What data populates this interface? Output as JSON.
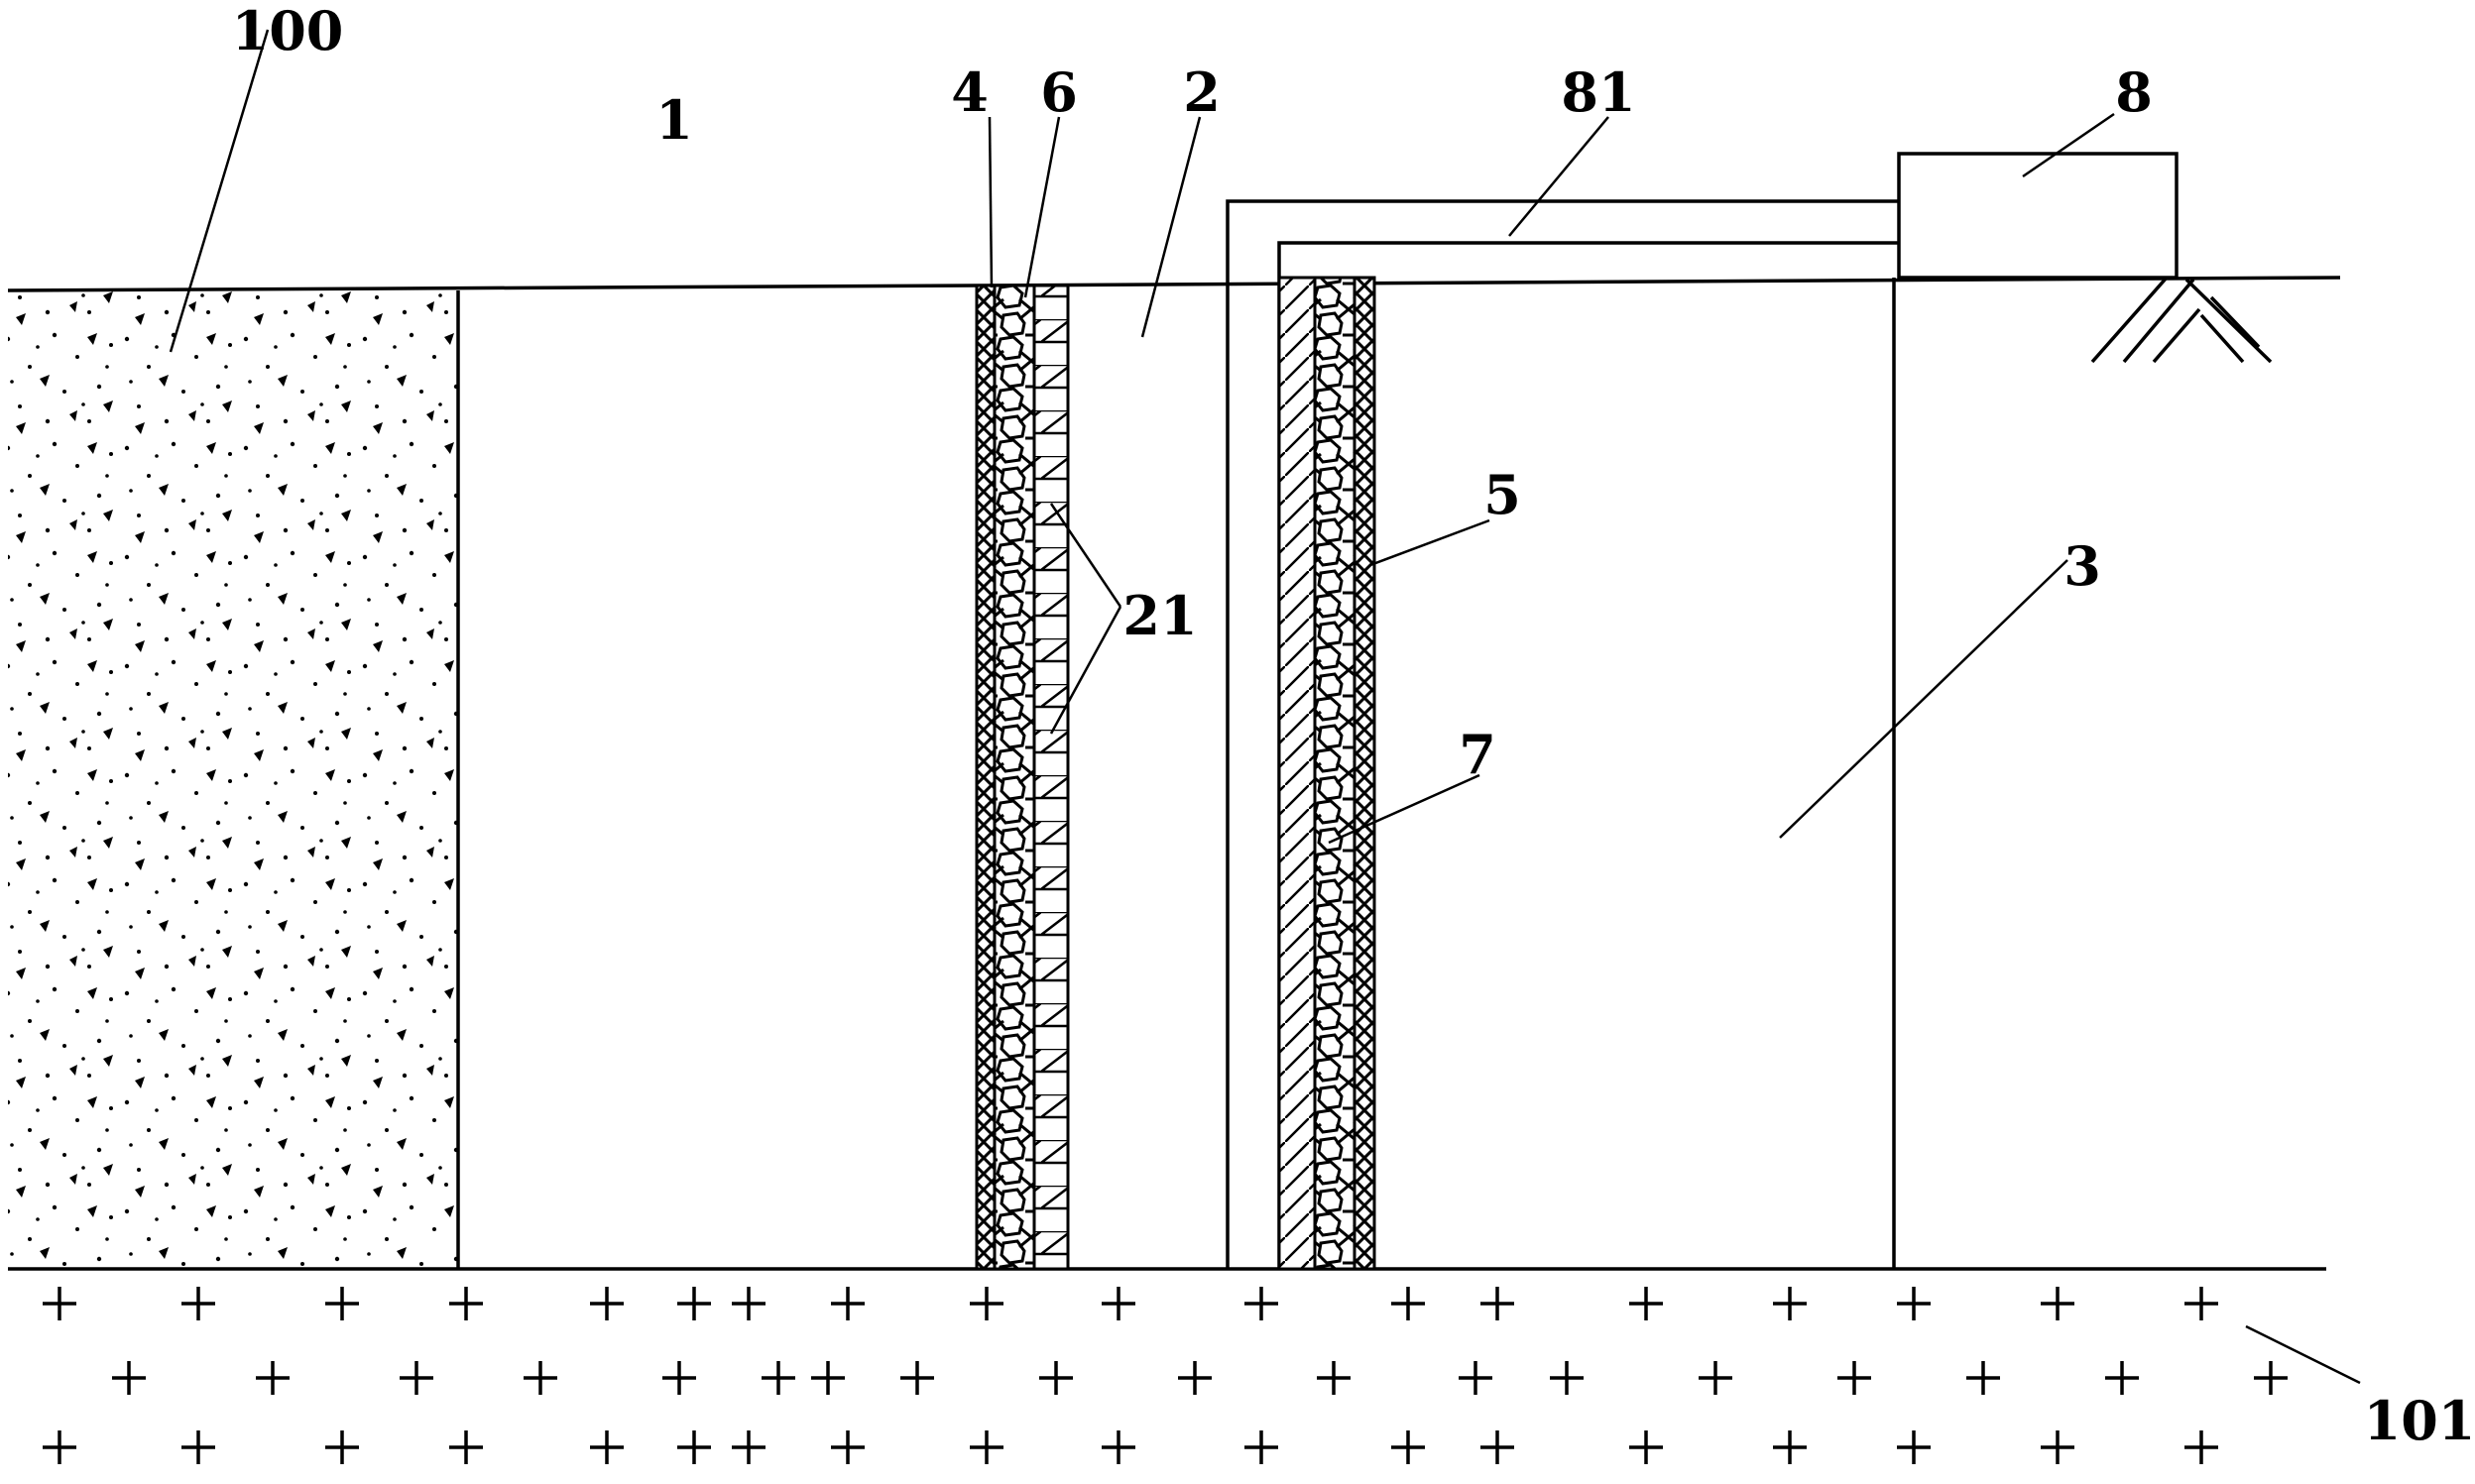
{
  "labels": {
    "sand_layer": "100",
    "bedrock": "101",
    "zone_1": "1",
    "zone_2": "2",
    "zone_3": "3",
    "part_4": "4",
    "part_5": "5",
    "part_6": "6",
    "part_7": "7",
    "part_8": "8",
    "pipe_81": "81",
    "plates_21": "21"
  },
  "colors": {
    "ink": "#000000",
    "background": "#ffffff"
  }
}
